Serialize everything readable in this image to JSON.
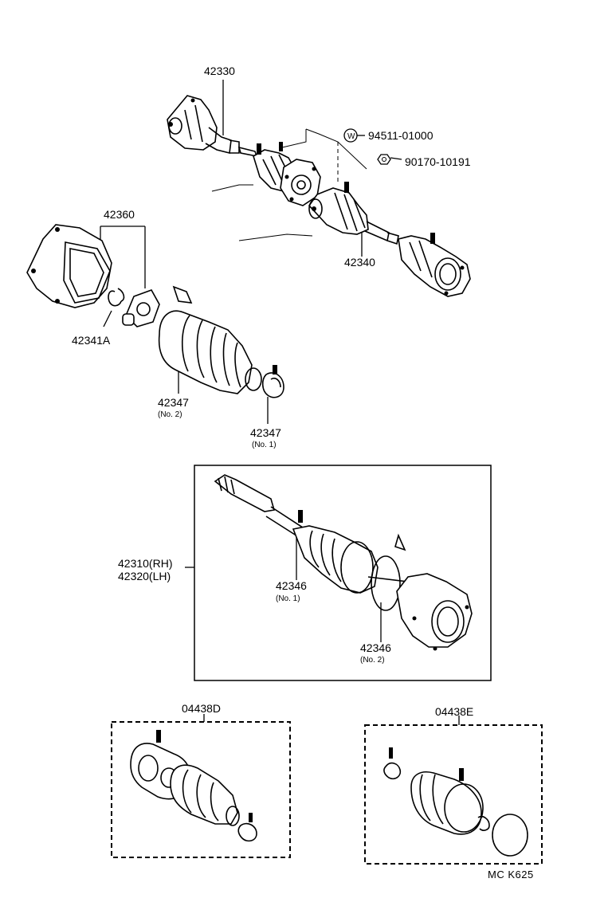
{
  "labels": {
    "p42330": "42330",
    "p94511": "94511-01000",
    "p90170": "90170-10191",
    "p42360": "42360",
    "p42340": "42340",
    "p42341a": "42341A",
    "p42347_no2": "42347",
    "p42347_no2_sub": "(No. 2)",
    "p42347_no1": "42347",
    "p42347_no1_sub": "(No. 1)",
    "p42310": "42310(RH)",
    "p42320": "42320(LH)",
    "p42346_no1": "42346",
    "p42346_no1_sub": "(No. 1)",
    "p42346_no2": "42346",
    "p42346_no2_sub": "(No. 2)",
    "p04438d": "04438D",
    "p04438e": "04438E",
    "washer_symbol": "W",
    "ref_code": "MC K625"
  },
  "icons": {
    "washer": "washer-symbol-icon",
    "nut": "nut-symbol-icon"
  }
}
